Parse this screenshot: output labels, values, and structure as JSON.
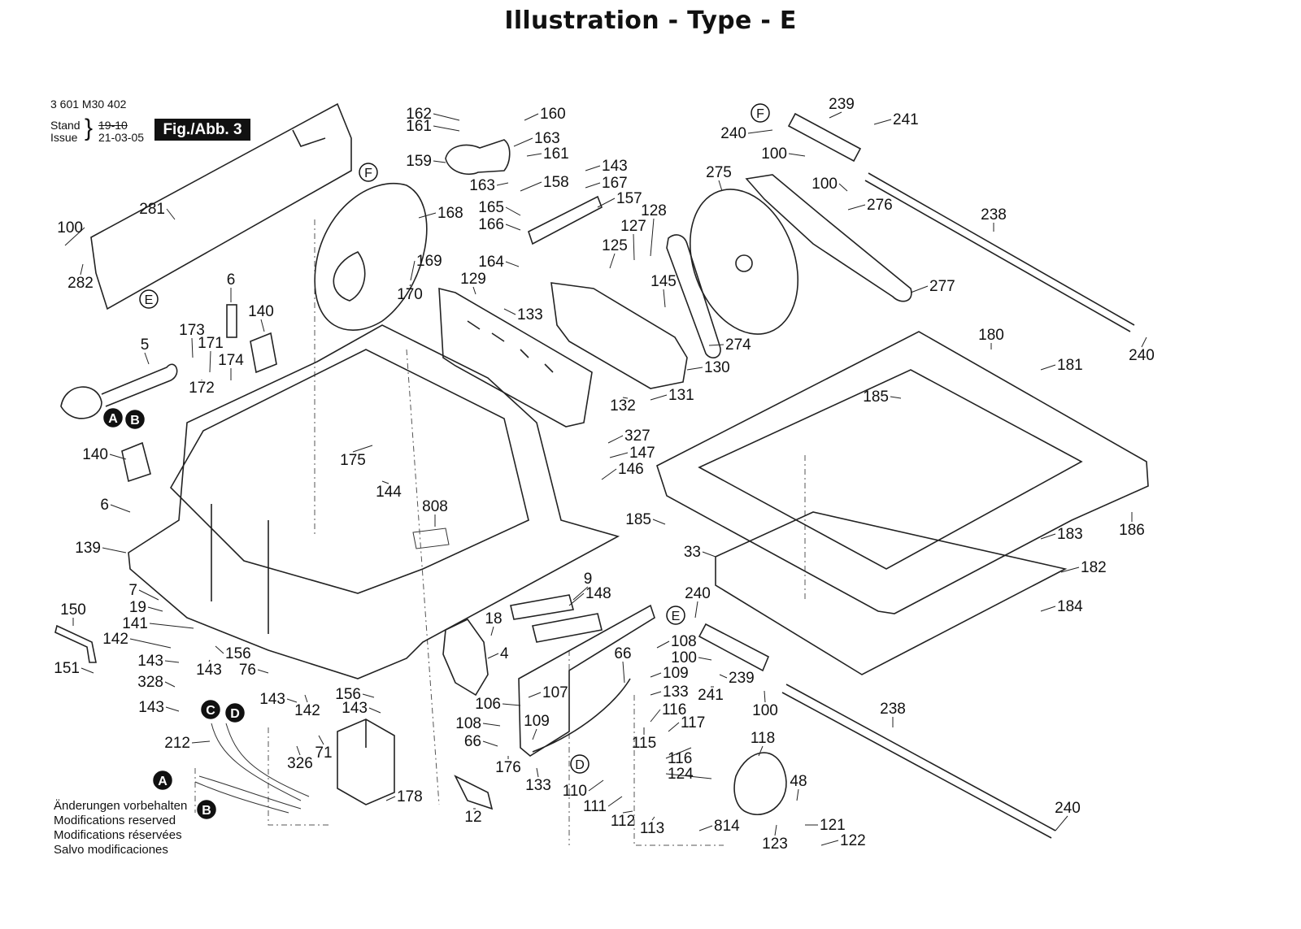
{
  "title": "Illustration - Type - E",
  "header": {
    "doc_number": "3 601 M30 402",
    "stand_label": "Stand",
    "issue_label": "Issue",
    "stand_value": "19-10",
    "issue_value": "21-03-05",
    "figure_badge": "Fig./Abb. 3"
  },
  "notes": [
    "Änderungen vorbehalten",
    "Modifications reserved",
    "Modifications réservées",
    "Salvo modificaciones"
  ],
  "callouts": [
    "F",
    "E",
    "F",
    "E",
    "D",
    "A",
    "B",
    "C",
    "D",
    "A",
    "B"
  ],
  "part_labels": [
    "162",
    "160",
    "161",
    "163",
    "161",
    "159",
    "143",
    "158",
    "163",
    "167",
    "157",
    "165",
    "168",
    "166",
    "281",
    "100",
    "282",
    "6",
    "169",
    "170",
    "164",
    "129",
    "133",
    "125",
    "127",
    "128",
    "145",
    "275",
    "239",
    "240",
    "241",
    "100",
    "100",
    "276",
    "238",
    "277",
    "240",
    "140",
    "173",
    "171",
    "174",
    "5",
    "172",
    "130",
    "274",
    "131",
    "132",
    "180",
    "181",
    "185",
    "140",
    "175",
    "144",
    "327",
    "147",
    "146",
    "6",
    "808",
    "185",
    "139",
    "33",
    "186",
    "183",
    "182",
    "184",
    "7",
    "19",
    "141",
    "150",
    "142",
    "143",
    "328",
    "143",
    "156",
    "143",
    "76",
    "151",
    "18",
    "4",
    "9",
    "148",
    "240",
    "108",
    "100",
    "66",
    "109",
    "133",
    "107",
    "106",
    "239",
    "241",
    "100",
    "143",
    "142",
    "156",
    "143",
    "212",
    "326",
    "71",
    "178",
    "108",
    "66",
    "109",
    "176",
    "133",
    "116",
    "117",
    "115",
    "116",
    "124",
    "118",
    "238",
    "48",
    "110",
    "111",
    "112",
    "113",
    "814",
    "121",
    "122",
    "123",
    "240",
    "12"
  ]
}
